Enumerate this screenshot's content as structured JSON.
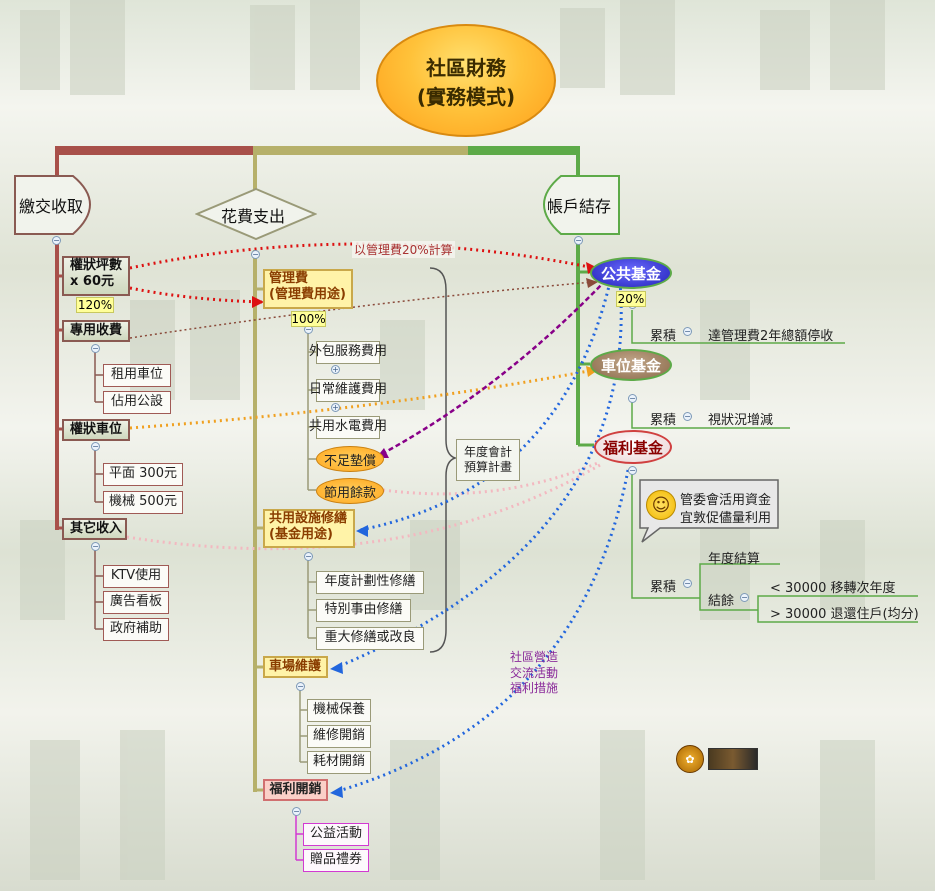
{
  "root": {
    "title_line1": "社區財務",
    "title_line2": "(實務模式)"
  },
  "top_branches": {
    "income": "繳交收取",
    "expense": "花費支出",
    "balance": "帳戶結存"
  },
  "income": {
    "item1": {
      "line1": "權狀坪數",
      "line2": "x 60元",
      "badge": "120%"
    },
    "item2": {
      "label": "專用收費",
      "children": [
        "租用車位",
        "佔用公設"
      ]
    },
    "item3": {
      "label": "權狀車位",
      "children": [
        "平面 300元",
        "機械 500元"
      ]
    },
    "item4": {
      "label": "其它收入",
      "children": [
        "KTV使用",
        "廣告看板",
        "政府補助"
      ]
    }
  },
  "expense": {
    "mgmt": {
      "line1": "管理費",
      "line2": "(管理費用途)",
      "badge": "100%",
      "children": [
        "外包服務費用",
        "日常維護費用",
        "共用水電費用"
      ],
      "ovals": [
        "不足墊償",
        "節用餘款"
      ]
    },
    "facility": {
      "line1": "共用設施修繕",
      "line2": "(基金用途)",
      "children": [
        "年度計劃性修繕",
        "特別事由修繕",
        "重大修繕或改良"
      ]
    },
    "parking": {
      "label": "車場維護",
      "children": [
        "機械保養",
        "維修開銷",
        "耗材開銷"
      ]
    },
    "welfare": {
      "label": "福利開銷",
      "children": [
        "公益活動",
        "贈品禮券"
      ]
    },
    "budget": {
      "line1": "年度會計",
      "line2": "預算計畫"
    }
  },
  "balance": {
    "public_fund": {
      "label": "公共基金",
      "badge": "20%",
      "accum_label": "累積",
      "accum_text": "達管理費2年總額停收"
    },
    "parking_fund": {
      "label": "車位基金",
      "accum_label": "累積",
      "accum_text": "視狀況增減"
    },
    "welfare_fund": {
      "label": "福利基金",
      "note_line1": "管委會活用資金",
      "note_line2": "宜敦促儘量利用",
      "accum_label": "累積",
      "annual": "年度結算",
      "surplus": "結餘",
      "under": "< 30000 移轉次年度",
      "over": "> 30000 退還住戶(均分)"
    }
  },
  "annotations": {
    "top_arrow": "以管理費20%計算",
    "community_line1": "社區營造",
    "community_line2": "交流活動",
    "community_line3": "福利措施"
  },
  "colors": {
    "brown": "#a8504a",
    "olive": "#b6b06a",
    "green": "#5daa48",
    "red_dot": "#dd1111",
    "purple_dot": "#880088",
    "orange_dot": "#f0a020",
    "blue_dot": "#2266dd",
    "pink_dot": "#f3b8c0"
  }
}
